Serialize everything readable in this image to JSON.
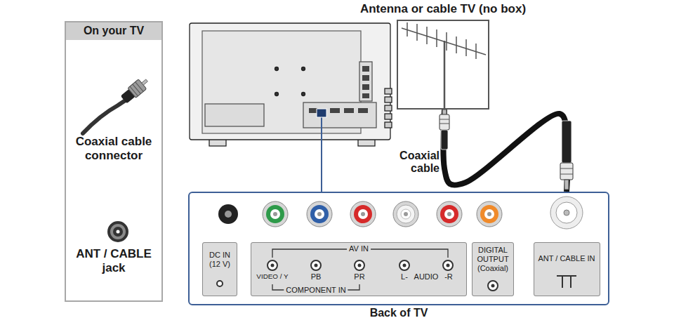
{
  "diagram": {
    "nodes": [
      {
        "text": [
          "On your TV",
          "Coaxial cable connector",
          "ANT / CABLE jack"
        ]
      },
      {
        "text": [
          "Antenna or cable TV (no box)"
        ]
      },
      {
        "text": [
          "Back of TV"
        ]
      },
      {
        "text": [
          "DC IN (12 V)"
        ],
        "in": 2
      },
      {
        "text": [
          "AV IN",
          "VIDEO / Y",
          "PB",
          "PR",
          "L-",
          "AUDIO",
          "-R",
          "COMPONENT IN"
        ],
        "in": 2
      },
      {
        "text": [
          "DIGITAL OUTPUT (Coaxial)"
        ],
        "in": 2
      },
      {
        "text": [
          "ANT / CABLE IN"
        ],
        "in": 2
      }
    ],
    "edges": [
      {
        "from": 1,
        "to": 2,
        "arrow": "none",
        "label": "Coaxial cable"
      }
    ]
  }
}
